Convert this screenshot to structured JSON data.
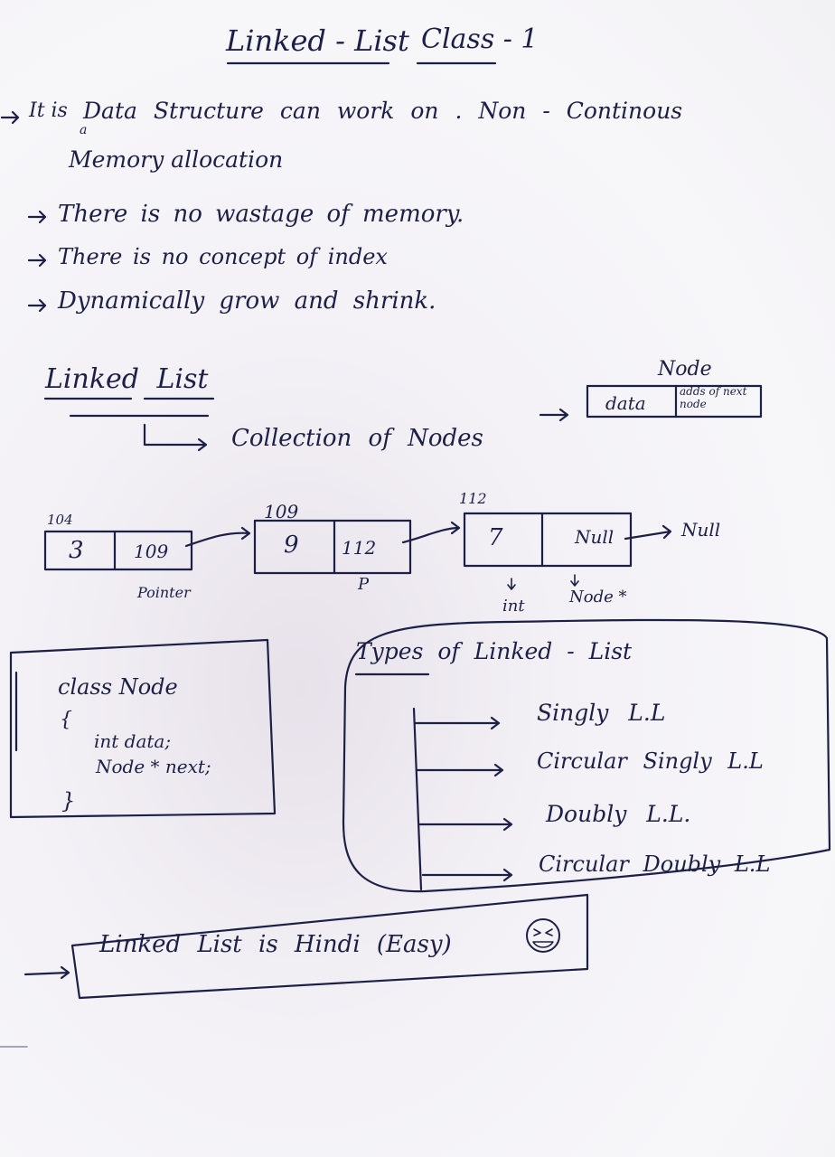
{
  "title": {
    "topic": "Linked - List",
    "class": "Class - 1"
  },
  "intro": {
    "line1_prefix": "It is",
    "line1_a": "a",
    "line1": "Data Structure can work on . Non - Continous",
    "line2": "Memory allocation"
  },
  "bullets": [
    "There is no wastage of memory.",
    "There is no concept of index",
    "Dynamically grow and shrink."
  ],
  "linked_list": {
    "heading": "Linked List",
    "def": "Collection of Nodes",
    "node_label": "Node",
    "node_data": "data",
    "node_addr": "adds of next node"
  },
  "example": {
    "nodes": [
      {
        "addr": "104",
        "data": "3",
        "next": "109"
      },
      {
        "addr": "109",
        "data": "9",
        "next": "112"
      },
      {
        "addr": "112",
        "data": "7",
        "next": "Null"
      }
    ],
    "tail": "Null",
    "pointer_label": "Pointer",
    "p_label": "P",
    "int_label": "int",
    "node_ptr_label": "Node *"
  },
  "class_code": {
    "line1": "class Node",
    "open": "{",
    "line2": "int data;",
    "line3": "Node * next;",
    "close": "}"
  },
  "types": {
    "heading": "Types of Linked - List",
    "items": [
      "Singly L.L",
      "Circular Singly L.L",
      "Doubly L.L.",
      "Circular Doubly L.L"
    ]
  },
  "footer": {
    "note": "Linked List is Hindi (Easy)",
    "emoji": "laughing-emoji"
  },
  "colors": {
    "ink": "#1d2046",
    "paper": "#f4f3f7"
  }
}
